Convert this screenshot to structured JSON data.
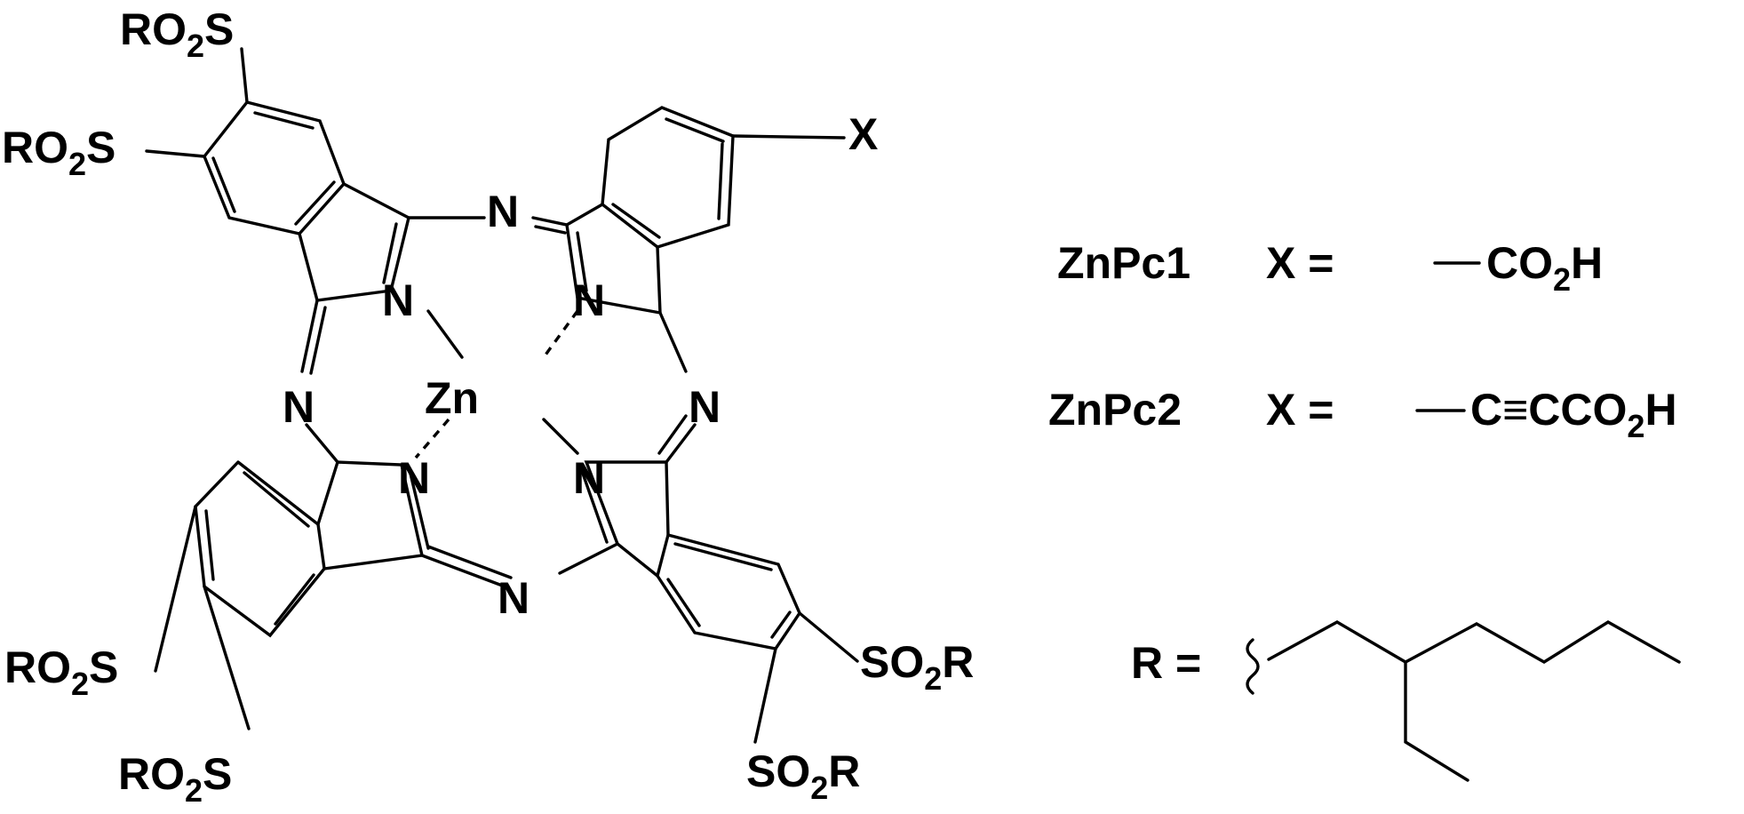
{
  "molecule": {
    "metal": "Zn",
    "nitrogen": "N",
    "x_group": "X",
    "sulfonyl_left": {
      "a": "RO",
      "sub": "2",
      "b": "S"
    },
    "sulfonyl_right": {
      "a": "SO",
      "sub": "2",
      "b": "R"
    }
  },
  "legend": {
    "compound1": {
      "name": "ZnPc1",
      "eq": "X =",
      "group_a": "CO",
      "group_sub": "2",
      "group_b": "H"
    },
    "compound2": {
      "name": "ZnPc2",
      "eq": "X =",
      "c1": "C",
      "triple": "≡",
      "group_a": "CCO",
      "group_sub": "2",
      "group_b": "H"
    },
    "r_group": {
      "eq": "R ="
    }
  }
}
